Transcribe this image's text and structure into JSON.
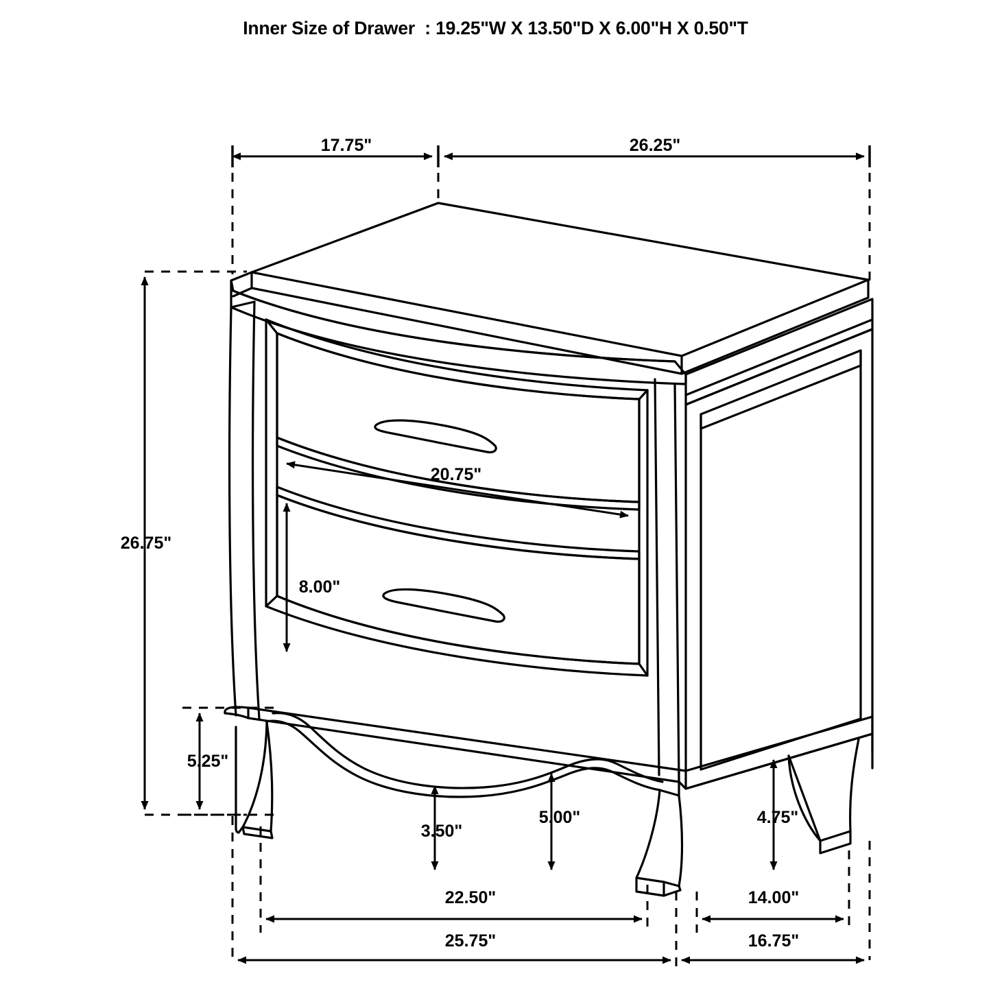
{
  "header": {
    "title": "Inner Size of Drawer  : 19.25\"W X 13.50\"D X 6.00\"H X 0.50\"T"
  },
  "product": {
    "type": "nightstand",
    "view": "isometric-technical-drawing",
    "drawers": 2,
    "legs": 4,
    "line_color": "#000000",
    "background_color": "#ffffff"
  },
  "dimensions": {
    "top_left_width": "17.75\"",
    "top_right_width": "26.25\"",
    "overall_height": "26.75\"",
    "leg_zone_height": "5.25\"",
    "drawer_width": "20.75\"",
    "drawer_height": "8.00\"",
    "apron_clearance_front": "3.50\"",
    "apron_clearance_corner": "5.00\"",
    "apron_clearance_side": "4.75\"",
    "front_leg_span": "22.50\"",
    "side_leg_span": "14.00\"",
    "front_overall_width": "25.75\"",
    "side_overall_depth": "16.75\""
  },
  "inner_drawer": {
    "width": "19.25\"W",
    "depth": "13.50\"D",
    "height": "6.00\"H",
    "thickness": "0.50\"T"
  }
}
